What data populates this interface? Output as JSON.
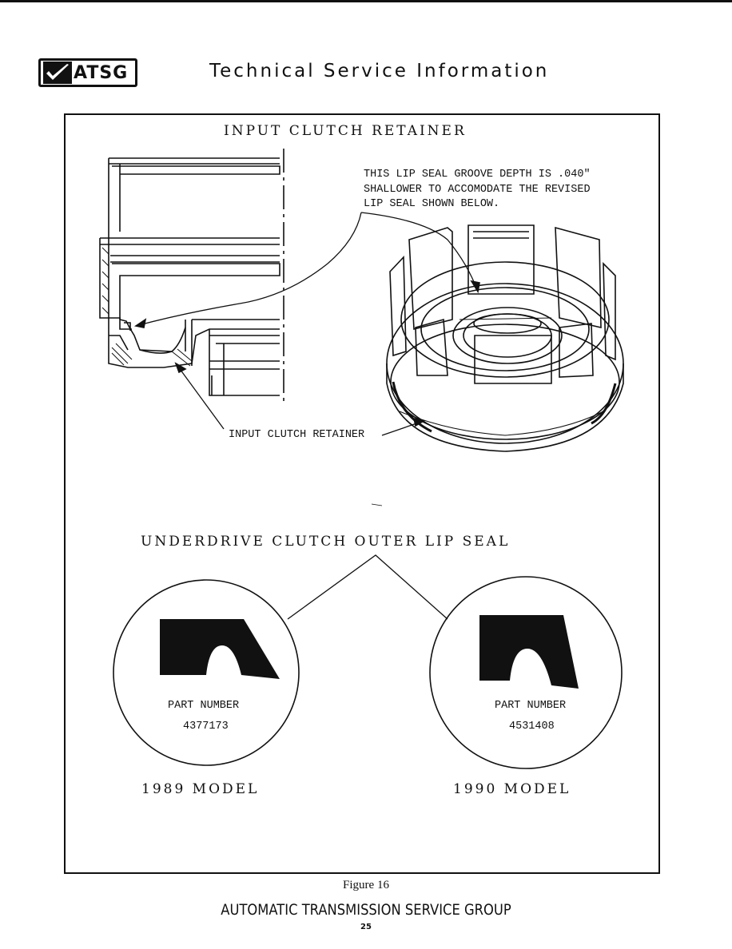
{
  "header": {
    "logo_text": "ATSG",
    "title": "Technical Service Information"
  },
  "figure": {
    "section_top_title": "INPUT CLUTCH RETAINER",
    "callout_lines": [
      "THIS LIP SEAL GROOVE DEPTH IS .040\"",
      "SHALLOWER TO ACCOMODATE THE REVISED",
      "LIP SEAL SHOWN BELOW."
    ],
    "retainer_label": "INPUT CLUTCH RETAINER",
    "section_bottom_title": "UNDERDRIVE CLUTCH OUTER LIP SEAL",
    "seals": [
      {
        "part_label": "PART NUMBER",
        "part_number": "4377173",
        "model": "1989 MODEL"
      },
      {
        "part_label": "PART NUMBER",
        "part_number": "4531408",
        "model": "1990 MODEL"
      }
    ]
  },
  "caption": "Figure 16",
  "footer": {
    "organization": "AUTOMATIC TRANSMISSION SERVICE GROUP",
    "page_number": "25"
  }
}
